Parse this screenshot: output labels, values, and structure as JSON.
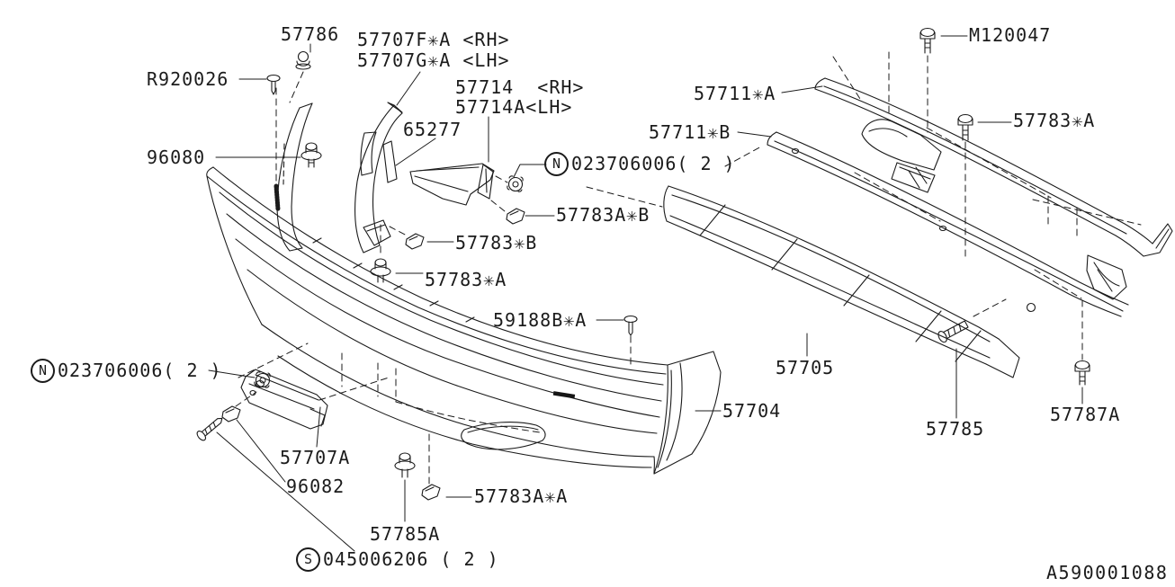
{
  "colors": {
    "line": "#1b1b1b",
    "background": "#ffffff"
  },
  "drawing_number": "A590001088",
  "parts": {
    "clip_57786": "57786",
    "stay_rh_57707f": "57707F✳A <RH>",
    "stay_lh_57707g": "57707G✳A <LH>",
    "screw_r920026": "R920026",
    "bracket_rh_57714": "57714  <RH>",
    "bracket_lh_57714a": "57714A<LH>",
    "bolt_m120047": "M120047",
    "beam_57711a": "57711✳A",
    "strip_65277": "65277",
    "beam_57711b": "57711✳B",
    "bolt_57783a_upper_right": "57783✳A",
    "bolt_96080": "96080",
    "nut_prefix": "N",
    "nut_023706006": "023706006( 2 )",
    "clip_57783ab": "57783A✳B",
    "clip_57783b": "57783✳B",
    "bolt_57783a_left": "57783✳A",
    "pin_59188ba": "59188B✳A",
    "foam_57705": "57705",
    "bumper_57704": "57704",
    "bracket_57707a": "57707A",
    "clip_96082": "96082",
    "clip_57783aa": "57783A✳A",
    "bolt_57785a": "57785A",
    "screw_prefix": "S",
    "screw_045006206": "045006206 ( 2 )",
    "bolt_57785": "57785",
    "bolt_57787a": "57787A"
  }
}
